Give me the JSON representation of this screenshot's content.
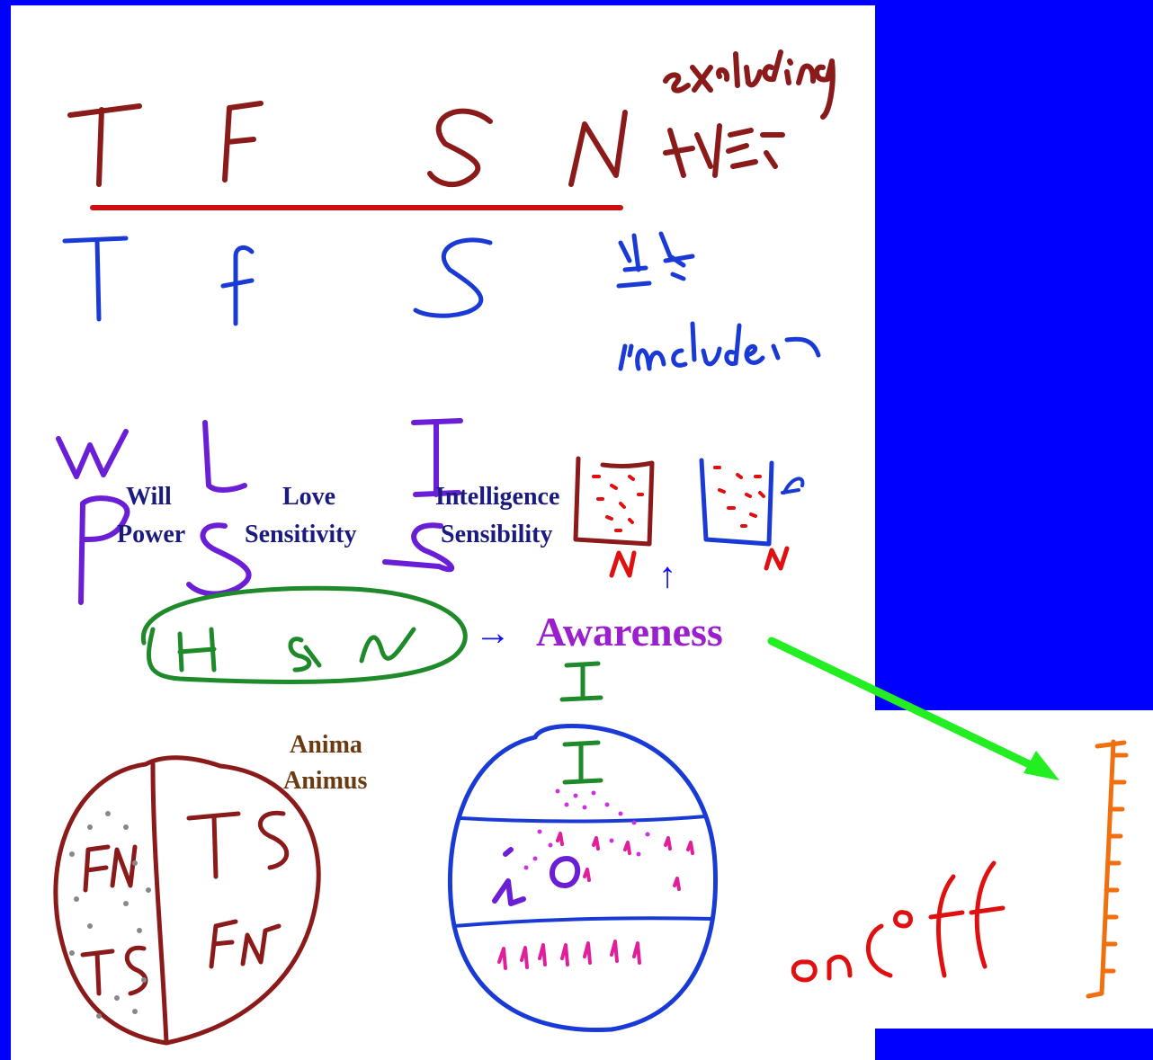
{
  "labels": {
    "will": "Will",
    "power": "Power",
    "love": "Love",
    "sensitivity": "Sensitivity",
    "intelligence": "Intelligence",
    "sensibility": "Sensibility",
    "awareness": "Awareness",
    "anima": "Anima",
    "animus": "Animus",
    "arrow_right": "→",
    "arrow_up": "↑"
  },
  "handwriting": {
    "row1": [
      "T",
      "F",
      "S",
      "N"
    ],
    "row1_note": "excluding",
    "row2": [
      "T",
      "F",
      "S"
    ],
    "row2_note": "includes",
    "row3": [
      "W",
      "L",
      "I"
    ],
    "row4": [
      "P",
      "S",
      "S"
    ],
    "hn": "H & N",
    "left_circle": [
      "FN",
      "TS",
      "TS",
      "FN"
    ],
    "right_circle": [
      "I",
      "I",
      "i",
      "O"
    ],
    "on_off": "on/off"
  },
  "colors": {
    "background": "#0000ff",
    "maroon": "#8b1a1a",
    "red": "#e01010",
    "blue": "#1a3ad6",
    "violet": "#6a1fd6",
    "green": "#1f8a2a",
    "bright_green": "#22ee22",
    "orange": "#f07010",
    "magenta": "#e0209a"
  }
}
